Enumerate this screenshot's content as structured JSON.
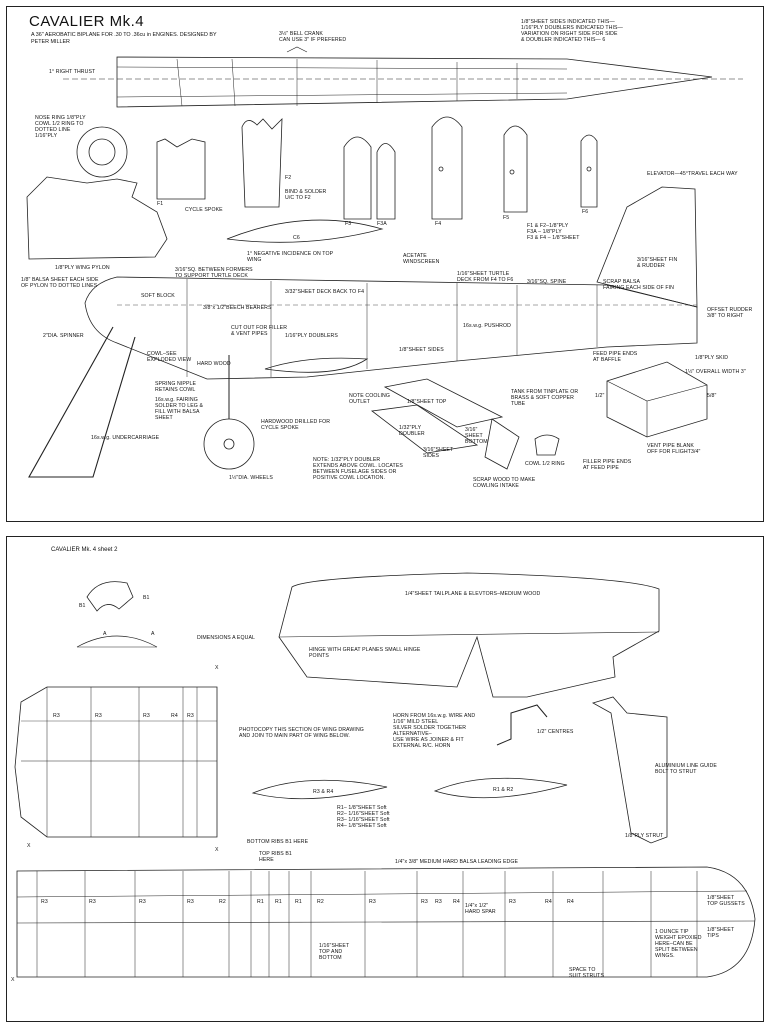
{
  "sheet1": {
    "title": "CAVALIER Mk.4",
    "subtitle": "A 36\" AEROBATIC BIPLANE FOR .30 TO .36cu in ENGINES.   DESIGNED BY PETER MILLER",
    "labels": {
      "bellcrank": "3½\" BELL CRANK\nCAN USE 3\" IF PREFERED",
      "legend": "1/8\"SHEET SIDES INDICATED THIS—\n1/16\"PLY DOUBLERS INDICATED THIS—\nVARIATION ON RIGHT SIDE FOR SIDE\n& DOUBLER INDICATED THIS— 6",
      "right_thrust": "1° RIGHT THRUST",
      "nose_ring": "NOSE RING 1/8\"PLY\nCOWL 1/2 RING TO\nDOTTED LINE\n1/16\"PLY",
      "f1": "F1",
      "cycle_spoke": "CYCLE SPOKE",
      "f2": "F2",
      "bind_solder": "BIND & SOLDER\nU/C TO F2",
      "f3": "F3",
      "f3a": "F3A",
      "f4": "F4",
      "f5": "F5",
      "f6": "F6",
      "elevator_travel": "ELEVATOR—45°TRAVEL EACH WAY",
      "ply_note": "F1 & F2–1/8\"PLY\nF3A  – 1/8\"PLY\nF3 & F4 – 1/8\"SHEET",
      "fin_rudder": "3/16\"SHEET FIN\n& RUDDER",
      "wing_pylon": "1/8\"PLY WING PYLON",
      "c6": "C6",
      "neg_incidence": "1° NEGATIVE INCIDENCE ON TOP\nWING",
      "acetate": "ACETATE\nWINDSCREEN",
      "balsa_sheet": "1/8\" BALSA SHEET EACH SIDE\nOF PYLON TO DOTTED LINES",
      "sq_between": "3/16\"SQ. BETWEEN FORMERS\nTO SUPPORT TURTLE DECK",
      "sheet_deck": "3/32\"SHEET DECK BACK TO F4",
      "turtle_deck": "1/16\"SHEET TURTLE\nDECK FROM F4 TO F6",
      "sq_spine": "3/16\"SQ. SPINE",
      "scrap_balsa": "SCRAP BALSA\nFAIRING EACH SIDE OF FIN",
      "soft_block": "SOFT BLOCK",
      "beech_bearers": "3/8\"x 1/2\"BEECH BEARERS",
      "spinner": "2\"DIA. SPINNER",
      "cut_out": "CUT OUT FOR FILLER\n& VENT PIPES",
      "ply_doublers": "1/16\"PLY DOUBLERS",
      "pushrod": "16s.w.g. PUSHROD",
      "offset_rudder": "OFFSET RUDDER\n3/8\" TO RIGHT",
      "cowl_exploded": "COWL–SEE\nEXPLODED VIEW",
      "hard_wood": "HARD WOOD",
      "sheet_sides": "1/8\"SHEET SIDES",
      "ply_skid": "1/8\"PLY SKID",
      "spring_nipple": "SPRING NIPPLE\nRETAINS COWL",
      "fairing": "16s.w.g. FAIRING\nSOLDER TO LEG &\nFILL WITH BALSA\nSHEET",
      "note_cooling": "NOTE COOLING\nOUTLET",
      "sheet_top": "1/8\"SHEET TOP",
      "tank": "TANK FROM TINPLATE OR\nBRASS & SOFT COPPER\nTUBE",
      "feed_pipe": "FEED PIPE ENDS\nAT BAFFLE",
      "overall_width": "1½\"  OVERALL WIDTH 3\"",
      "undercarriage": "16s.w.g. UNDERCARRIAGE",
      "hardwood_drilled": "HARDWOOD DRILLED FOR\nCYCLE SPOKE",
      "ply_doubler": "1/32\"PLY\nDOUBLER",
      "sheet_bottom": "3/16\"\nSHEET\nBOTTOM",
      "sheet_sides2": "3/16\"SHEET\nSIDES",
      "note_doubler": "NOTE: 1/32\"PLY DOUBLER\nEXTENDS ABOVE COWL. LOCATES\nBETWEEN FUSELAGE SIDES OR\nPOSITIVE COWL LOCATION.",
      "cowl_ring": "COWL 1/2 RING",
      "vent_pipe": "VENT PIPE BLANK\nOFF FOR FLIGHT",
      "filler_pipe": "FILLER PIPE ENDS\nAT FEED PIPE",
      "wheels": "1½\"DIA. WHEELS",
      "scrap_wood": "SCRAP WOOD TO MAKE\nCOWLING INTAKE",
      "dim_half": "1/2\"",
      "dim_34": "3/4\"",
      "dim_58": "5/8\""
    }
  },
  "sheet2": {
    "title": "CAVALIER Mk. 4 sheet 2",
    "labels": {
      "b1": "B1",
      "b1b": "B1",
      "a1": "A",
      "a2": "A",
      "dims_equal": "DIMENSIONS A EQUAL",
      "tailplane": "1/4\"SHEET TAILPLANE & ELEVTORS–MEDIUM WOOD",
      "hinge": "HINGE WITH GREAT PLANES SMALL HINGE\nPOINTS",
      "x1": "X",
      "x2": "X",
      "x3": "X",
      "x4": "X",
      "horn": "HORN FROM 16s.w.g. WIRE AND\n1/16\" MILD STEEL\nSILVER SOLDER TOGETHER\nALTERNATIVE–\nUSE WIRE AS JOINER & FIT\nEXTERNAL R/C. HORN",
      "centres": "1/2\" CENTRES",
      "photocopy": "PHOTOCOPY THIS SECTION OF WING DRAWING\nAND JOIN TO MAIN PART OF WING BELOW.",
      "r3r4": "R3 & R4",
      "r1r2": "R1 & R2",
      "aluminium": "ALUMINIUM LINE GUIDE\nBOLT TO STRUT",
      "rib_list": "R1– 1/8\"SHEET Soft\nR2– 1/16\"SHEET Soft\nR3– 1/16\"SHEET Soft\nR4– 1/8\"SHEET Soft",
      "ply_strut": "1/8\"PLY STRUT",
      "bottom_ribs": "BOTTOM RIBS B1 HERE",
      "top_ribs": "TOP RIBS B1\nHERE",
      "leading_edge": "1/4\"x 3/8\" MEDIUM HARD BALSA LEADING EDGE",
      "sheet_gussets": "1/8\"SHEET\nTOP GUSSETS",
      "hard_spar": "1/4\"x 1/2\"\nHARD SPAR",
      "ounce_tip": "1 OUNCE TIP\nWEIGHT EPOXIED\nHERE–CAN BE\nSPLIT BETWEEN\nWINGS.",
      "sheet_tips": "1/8\"SHEET\nTIPS",
      "sheet_top_bottom": "1/16\"SHEET\nTOP AND\nBOTTOM",
      "space_struts": "SPACE TO\nSUIT STRUTS",
      "r_upper": [
        "R3",
        "R3",
        "R3",
        "R4",
        "R3"
      ],
      "r_lower": [
        "R3",
        "R3",
        "R3",
        "R3",
        "R2",
        "R1",
        "R1",
        "R1",
        "R2",
        "R3",
        "R3",
        "R3",
        "R4",
        "R3",
        "R4",
        "R4"
      ]
    }
  }
}
